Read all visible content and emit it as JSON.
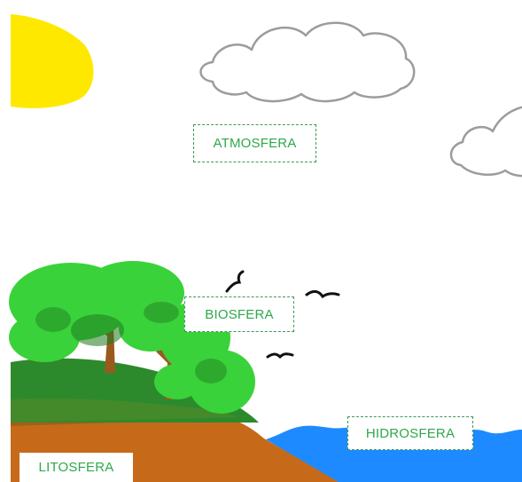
{
  "labels": {
    "atmosphere": "ATMOSFERA",
    "biosphere": "BIOSFERA",
    "hydrosphere": "HIDROSFERA",
    "lithosphere": "LITOSFERA"
  },
  "colors": {
    "label_text": "#2ea84a",
    "label_border": "#3a9a5a",
    "sun": "#ffe800",
    "cloud_outline": "#9c9c9c",
    "foliage": "#3ad23a",
    "foliage_dark": "#1f7a1f",
    "hill": "#2c8a2c",
    "trunk": "#9a5a1e",
    "soil": "#c66a1a",
    "water": "#1e8aff",
    "birds": "#111111"
  },
  "icons": [
    "sun-icon",
    "cloud-icon",
    "tree-icon",
    "bird-icon",
    "water-icon",
    "soil-icon"
  ]
}
